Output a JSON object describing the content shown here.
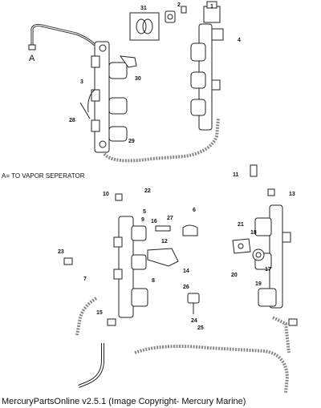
{
  "diagram": {
    "view_letter": "A",
    "note": "A= TO VAPOR SEPERATOR",
    "callouts_top": [
      "1",
      "2",
      "3",
      "4",
      "28",
      "29",
      "30",
      "31"
    ],
    "callouts_bottom": [
      "5",
      "6",
      "7",
      "8",
      "9",
      "10",
      "11",
      "12",
      "13",
      "14",
      "15",
      "16",
      "17",
      "18",
      "19",
      "20",
      "21",
      "22",
      "23",
      "24",
      "25",
      "26",
      "27"
    ],
    "colors": {
      "line": "#222222",
      "fill": "#ffffff",
      "hose": "#888888"
    }
  },
  "footer": {
    "caption": "MercuryPartsOnline v2.5.1 (Image Copyright- Mercury Marine)"
  }
}
